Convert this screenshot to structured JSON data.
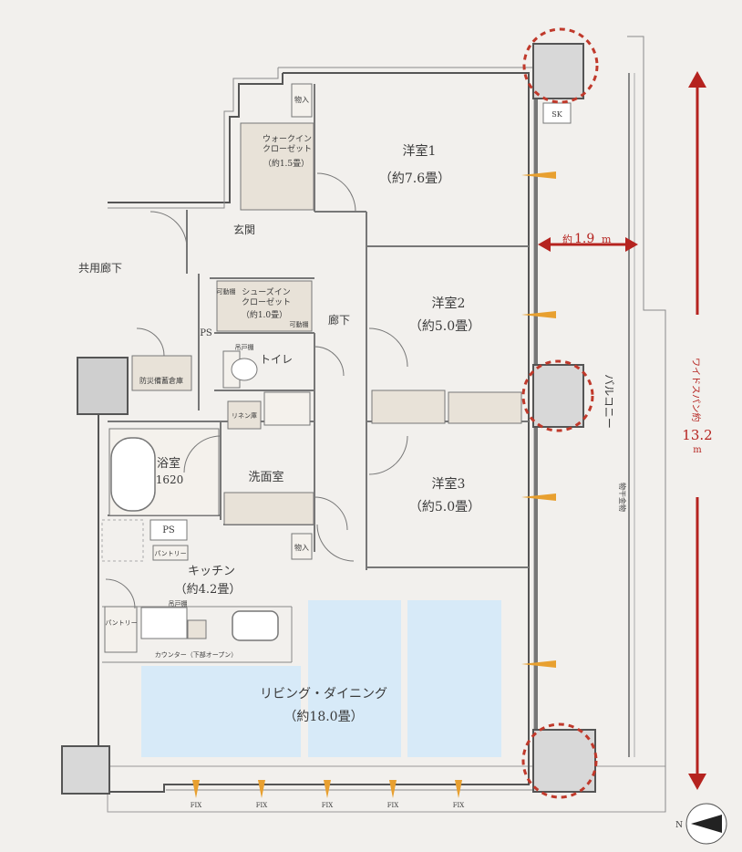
{
  "rooms": {
    "western1": {
      "name": "洋室1",
      "size": "（約7.6畳）"
    },
    "western2": {
      "name": "洋室2",
      "size": "（約5.0畳）"
    },
    "western3": {
      "name": "洋室3",
      "size": "（約5.0畳）"
    },
    "living": {
      "name": "リビング・ダイニング",
      "size": "（約18.0畳）"
    },
    "kitchen": {
      "name": "キッチン",
      "size": "（約4.2畳）"
    },
    "bath": {
      "name": "浴室",
      "size": "1620"
    },
    "washroom": {
      "name": "洗面室"
    },
    "toilet": {
      "name": "トイレ"
    },
    "entrance": {
      "name": "玄関"
    },
    "hallway": {
      "name": "廊下"
    },
    "common_corridor": {
      "name": "共用廊下"
    },
    "balcony": {
      "name": "バルコニー"
    }
  },
  "closets": {
    "walkin": {
      "line1": "ウォークイン",
      "line2": "クローゼット",
      "size": "（約1.5畳）"
    },
    "shoesin": {
      "line1": "シューズイン",
      "line2": "クローゼット",
      "size": "（約1.0畳）"
    },
    "movable_shelf_left": "可動棚",
    "movable_shelf_right": "可動棚"
  },
  "labels": {
    "storage_in_top": "物入",
    "storage_in_bottom": "物入",
    "ps_top": "PS",
    "ps_kitchen": "PS",
    "pantry_top": "パントリー",
    "pantry_left": "パントリー",
    "hanging_shelf_toilet": "吊戸棚",
    "hanging_shelf_kitchen": "吊戸棚",
    "linen": "リネン庫",
    "disaster_storage": "防災備蓄倉庫",
    "counter": "カウンター（下部オープン）",
    "sk": "SK",
    "laundry_rack": "物干金物",
    "fix": "FIX"
  },
  "dimensions": {
    "depth_prefix": "約",
    "depth_value": "1.9",
    "depth_unit": "m",
    "wide_span_label": "ワイドスパン約",
    "wide_span_value": "13.2",
    "wide_span_unit": "m"
  },
  "compass": {
    "north": "N"
  },
  "colors": {
    "accent_red": "#b5231f",
    "window_orange": "#e8a030",
    "highlight_blue": "#d7eaf8"
  }
}
